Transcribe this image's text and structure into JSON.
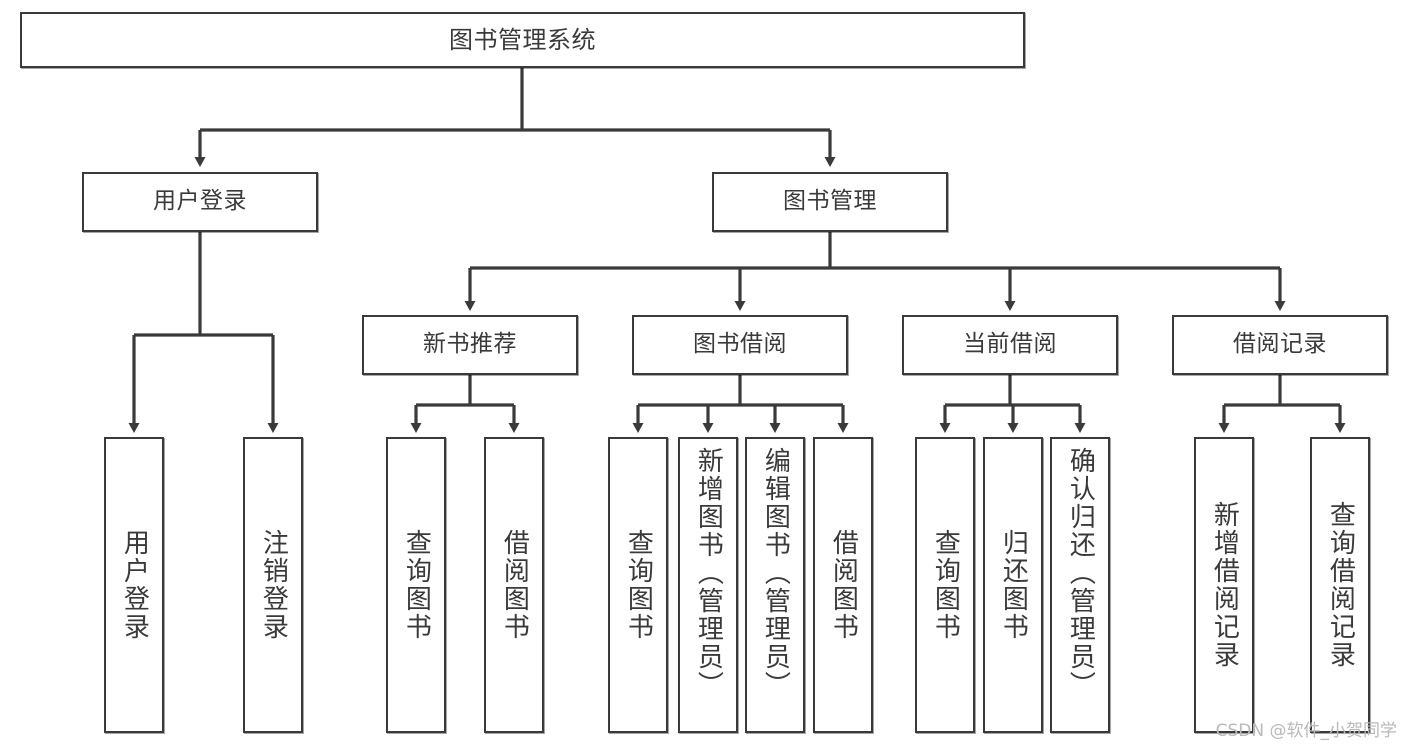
{
  "diagram": {
    "title": "图书管理系统",
    "type": "tree",
    "colors": {
      "stroke": "#3a3a3a",
      "fill": "#ffffff",
      "text": "#3a3a3a",
      "watermark": "#b9b9b9"
    },
    "levels": {
      "root": {
        "label": "图书管理系统"
      },
      "level2": [
        {
          "label": "用户登录"
        },
        {
          "label": "图书管理"
        }
      ],
      "level3": [
        {
          "label": "新书推荐"
        },
        {
          "label": "图书借阅"
        },
        {
          "label": "当前借阅"
        },
        {
          "label": "借阅记录"
        }
      ],
      "leaves": {
        "user_login": [
          {
            "label": "用户登录"
          },
          {
            "label": "注销登录"
          }
        ],
        "new_book_recommend": [
          {
            "label": "查询图书"
          },
          {
            "label": "借阅图书"
          }
        ],
        "book_borrow": [
          {
            "label": "查询图书"
          },
          {
            "label": "新增图书（管理员）"
          },
          {
            "label": "编辑图书（管理员）"
          },
          {
            "label": "借阅图书"
          }
        ],
        "current_borrow": [
          {
            "label": "查询图书"
          },
          {
            "label": "归还图书"
          },
          {
            "label": "确认归还（管理员）"
          }
        ],
        "borrow_record": [
          {
            "label": "新增借阅记录"
          },
          {
            "label": "查询借阅记录"
          }
        ]
      }
    }
  },
  "watermark": {
    "text": "CSDN @软件_小贺同学"
  }
}
